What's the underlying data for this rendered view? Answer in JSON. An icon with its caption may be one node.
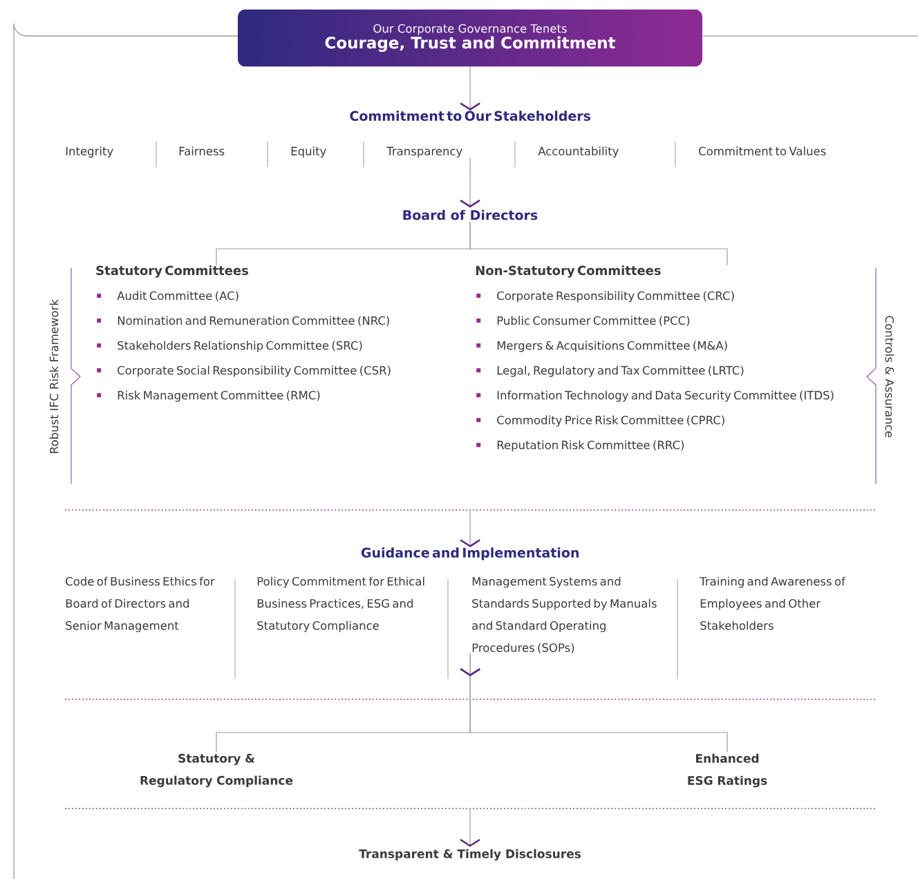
{
  "diagram": {
    "nodes": [
      {
        "text": [
          "Our Corporate Governance Tenets",
          "Courage, Trust and Commitment"
        ]
      },
      {
        "text": [
          "Commitment to Our Stakeholders",
          "Integrity",
          "Fairness",
          "Equity",
          "Transparency",
          "Accountability",
          "Commitment to Values"
        ]
      },
      {
        "text": [
          "Board of Directors"
        ]
      },
      {
        "text": [
          "Statutory Committees",
          "Audit Committee (AC)",
          "Nomination and Remuneration Committee (NRC)",
          "Stakeholders Relationship Committee (SRC)",
          "Corporate Social Responsibility Committee (CSR)",
          "Risk Management Committee (RMC)"
        ]
      },
      {
        "text": [
          "Non-Statutory Committees",
          "Corporate Responsibility Committee (CRC)",
          "Public Consumer Committee (PCC)",
          "Mergers & Acquisitions Committee (M&A)",
          "Legal, Regulatory and Tax Committee (LRTC)",
          "Information Technology and Data Security Committee (ITDS)",
          "Commodity Price Risk Committee (CPRC)",
          "Reputation Risk Committee (RRC)"
        ]
      },
      {
        "text": [
          "Guidance and Implementation",
          "Code of Business Ethics for Board of Directors and Senior Management",
          "Policy Commitment for Ethical Business Practices, ESG and Statutory Compliance",
          "Management Systems and Standards Supported by Manuals and Standard Operating Procedures (SOPs)",
          "Training and Awareness of Employees and Other Stakeholders"
        ]
      },
      {
        "text": [
          "Statutory & Regulatory Compliance"
        ]
      },
      {
        "text": [
          "Enhanced ESG Ratings"
        ]
      },
      {
        "text": [
          "Transparent & Timely Disclosures"
        ]
      }
    ],
    "edges": [
      {
        "from": 0,
        "to": 1,
        "arrow": "to"
      },
      {
        "from": 1,
        "to": 2,
        "arrow": "to"
      },
      {
        "from": 2,
        "to": 3,
        "arrow": "none"
      },
      {
        "from": 2,
        "to": 4,
        "arrow": "none"
      },
      {
        "from": null,
        "to": 5,
        "arrow": "to"
      },
      {
        "from": 5,
        "to": 6,
        "arrow": "to"
      },
      {
        "from": 5,
        "to": 7,
        "arrow": "to"
      },
      {
        "from": null,
        "to": 8,
        "arrow": "to"
      }
    ],
    "labels": [
      "Robust IFC Risk Framework",
      "Controls & Assurance"
    ]
  }
}
